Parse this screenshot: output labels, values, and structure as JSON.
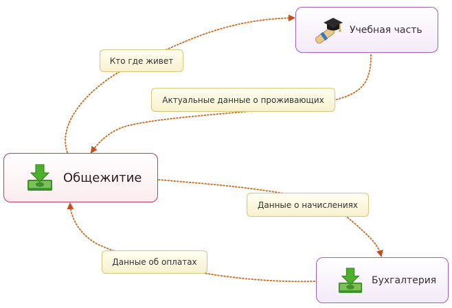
{
  "nodes": {
    "dormitory": {
      "label": "Общежитие",
      "icon": "money-download-icon"
    },
    "study_office": {
      "label": "Учебная часть",
      "icon": "graduation-cap-diploma-icon"
    },
    "accounting": {
      "label": "Бухгалтерия",
      "icon": "money-download-icon"
    }
  },
  "edges": {
    "who_lives_where": {
      "label": "Кто где живет"
    },
    "actual_residents": {
      "label": "Актуальные данные о проживающих"
    },
    "charges": {
      "label": "Данные о начислениях"
    },
    "payments": {
      "label": "Данные об оплатах"
    }
  },
  "colors": {
    "connector": "#c8742a",
    "arrowhead": "#c0501e",
    "main_node_border": "#c03a50",
    "secondary_node_border": "#9b63b4",
    "label_border": "#d6c87a",
    "label_fill": "#fbf6dc"
  }
}
